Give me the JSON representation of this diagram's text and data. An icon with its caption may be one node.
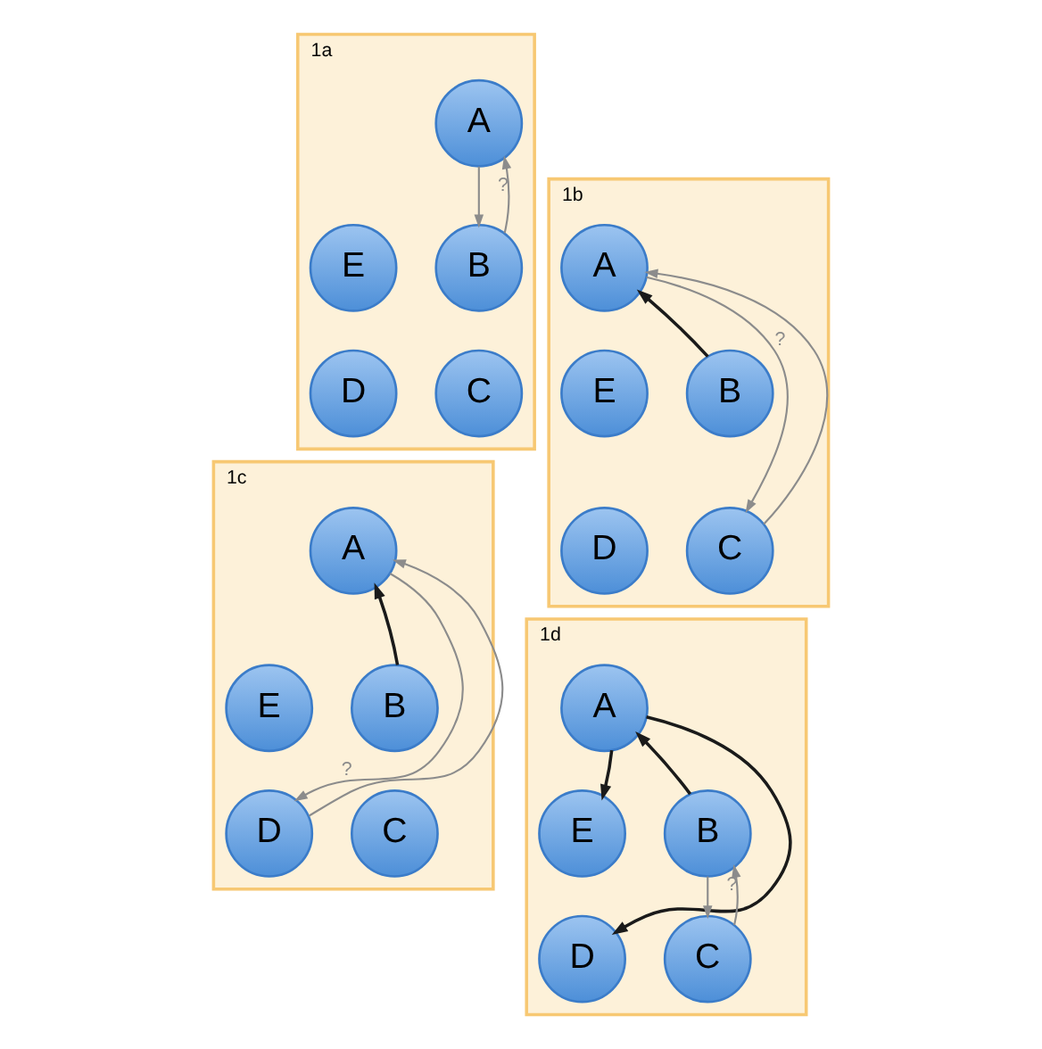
{
  "diagram": {
    "nodes": [
      {
        "text": [
          "1a"
        ]
      },
      {
        "text": [
          "A"
        ],
        "in": 0
      },
      {
        "text": [
          "E"
        ],
        "in": 0
      },
      {
        "text": [
          "B"
        ],
        "in": 0
      },
      {
        "text": [
          "D"
        ],
        "in": 0
      },
      {
        "text": [
          "C"
        ],
        "in": 0
      },
      {
        "text": [
          "1b"
        ]
      },
      {
        "text": [
          "A"
        ],
        "in": 6
      },
      {
        "text": [
          "E"
        ],
        "in": 6
      },
      {
        "text": [
          "B"
        ],
        "in": 6
      },
      {
        "text": [
          "D"
        ],
        "in": 6
      },
      {
        "text": [
          "C"
        ],
        "in": 6
      },
      {
        "text": [
          "1c"
        ]
      },
      {
        "text": [
          "A"
        ],
        "in": 12
      },
      {
        "text": [
          "E"
        ],
        "in": 12
      },
      {
        "text": [
          "B"
        ],
        "in": 12
      },
      {
        "text": [
          "D"
        ],
        "in": 12
      },
      {
        "text": [
          "C"
        ],
        "in": 12
      },
      {
        "text": [
          "1d"
        ]
      },
      {
        "text": [
          "A"
        ],
        "in": 18
      },
      {
        "text": [
          "E"
        ],
        "in": 18
      },
      {
        "text": [
          "B"
        ],
        "in": 18
      },
      {
        "text": [
          "D"
        ],
        "in": 18
      },
      {
        "text": [
          "C"
        ],
        "in": 18
      }
    ],
    "edges": [
      {
        "from": 1,
        "to": 3,
        "arrow": "to"
      },
      {
        "from": 3,
        "to": 1,
        "arrow": "to",
        "label": "?"
      },
      {
        "from": 9,
        "to": 7,
        "arrow": "to",
        "color": "#1a1a1a"
      },
      {
        "from": 7,
        "to": 11,
        "arrow": "to",
        "label": "?"
      },
      {
        "from": 11,
        "to": 7,
        "arrow": "to"
      },
      {
        "from": 15,
        "to": 13,
        "arrow": "to",
        "color": "#1a1a1a"
      },
      {
        "from": 13,
        "to": 16,
        "arrow": "to",
        "label": "?"
      },
      {
        "from": 16,
        "to": 13,
        "arrow": "to"
      },
      {
        "from": 19,
        "to": 20,
        "arrow": "to",
        "color": "#1a1a1a"
      },
      {
        "from": 19,
        "to": 22,
        "arrow": "to",
        "color": "#1a1a1a"
      },
      {
        "from": 21,
        "to": 19,
        "arrow": "to",
        "color": "#1a1a1a"
      },
      {
        "from": 21,
        "to": 23,
        "arrow": "to"
      },
      {
        "from": 23,
        "to": 21,
        "arrow": "to",
        "label": "?"
      }
    ]
  }
}
